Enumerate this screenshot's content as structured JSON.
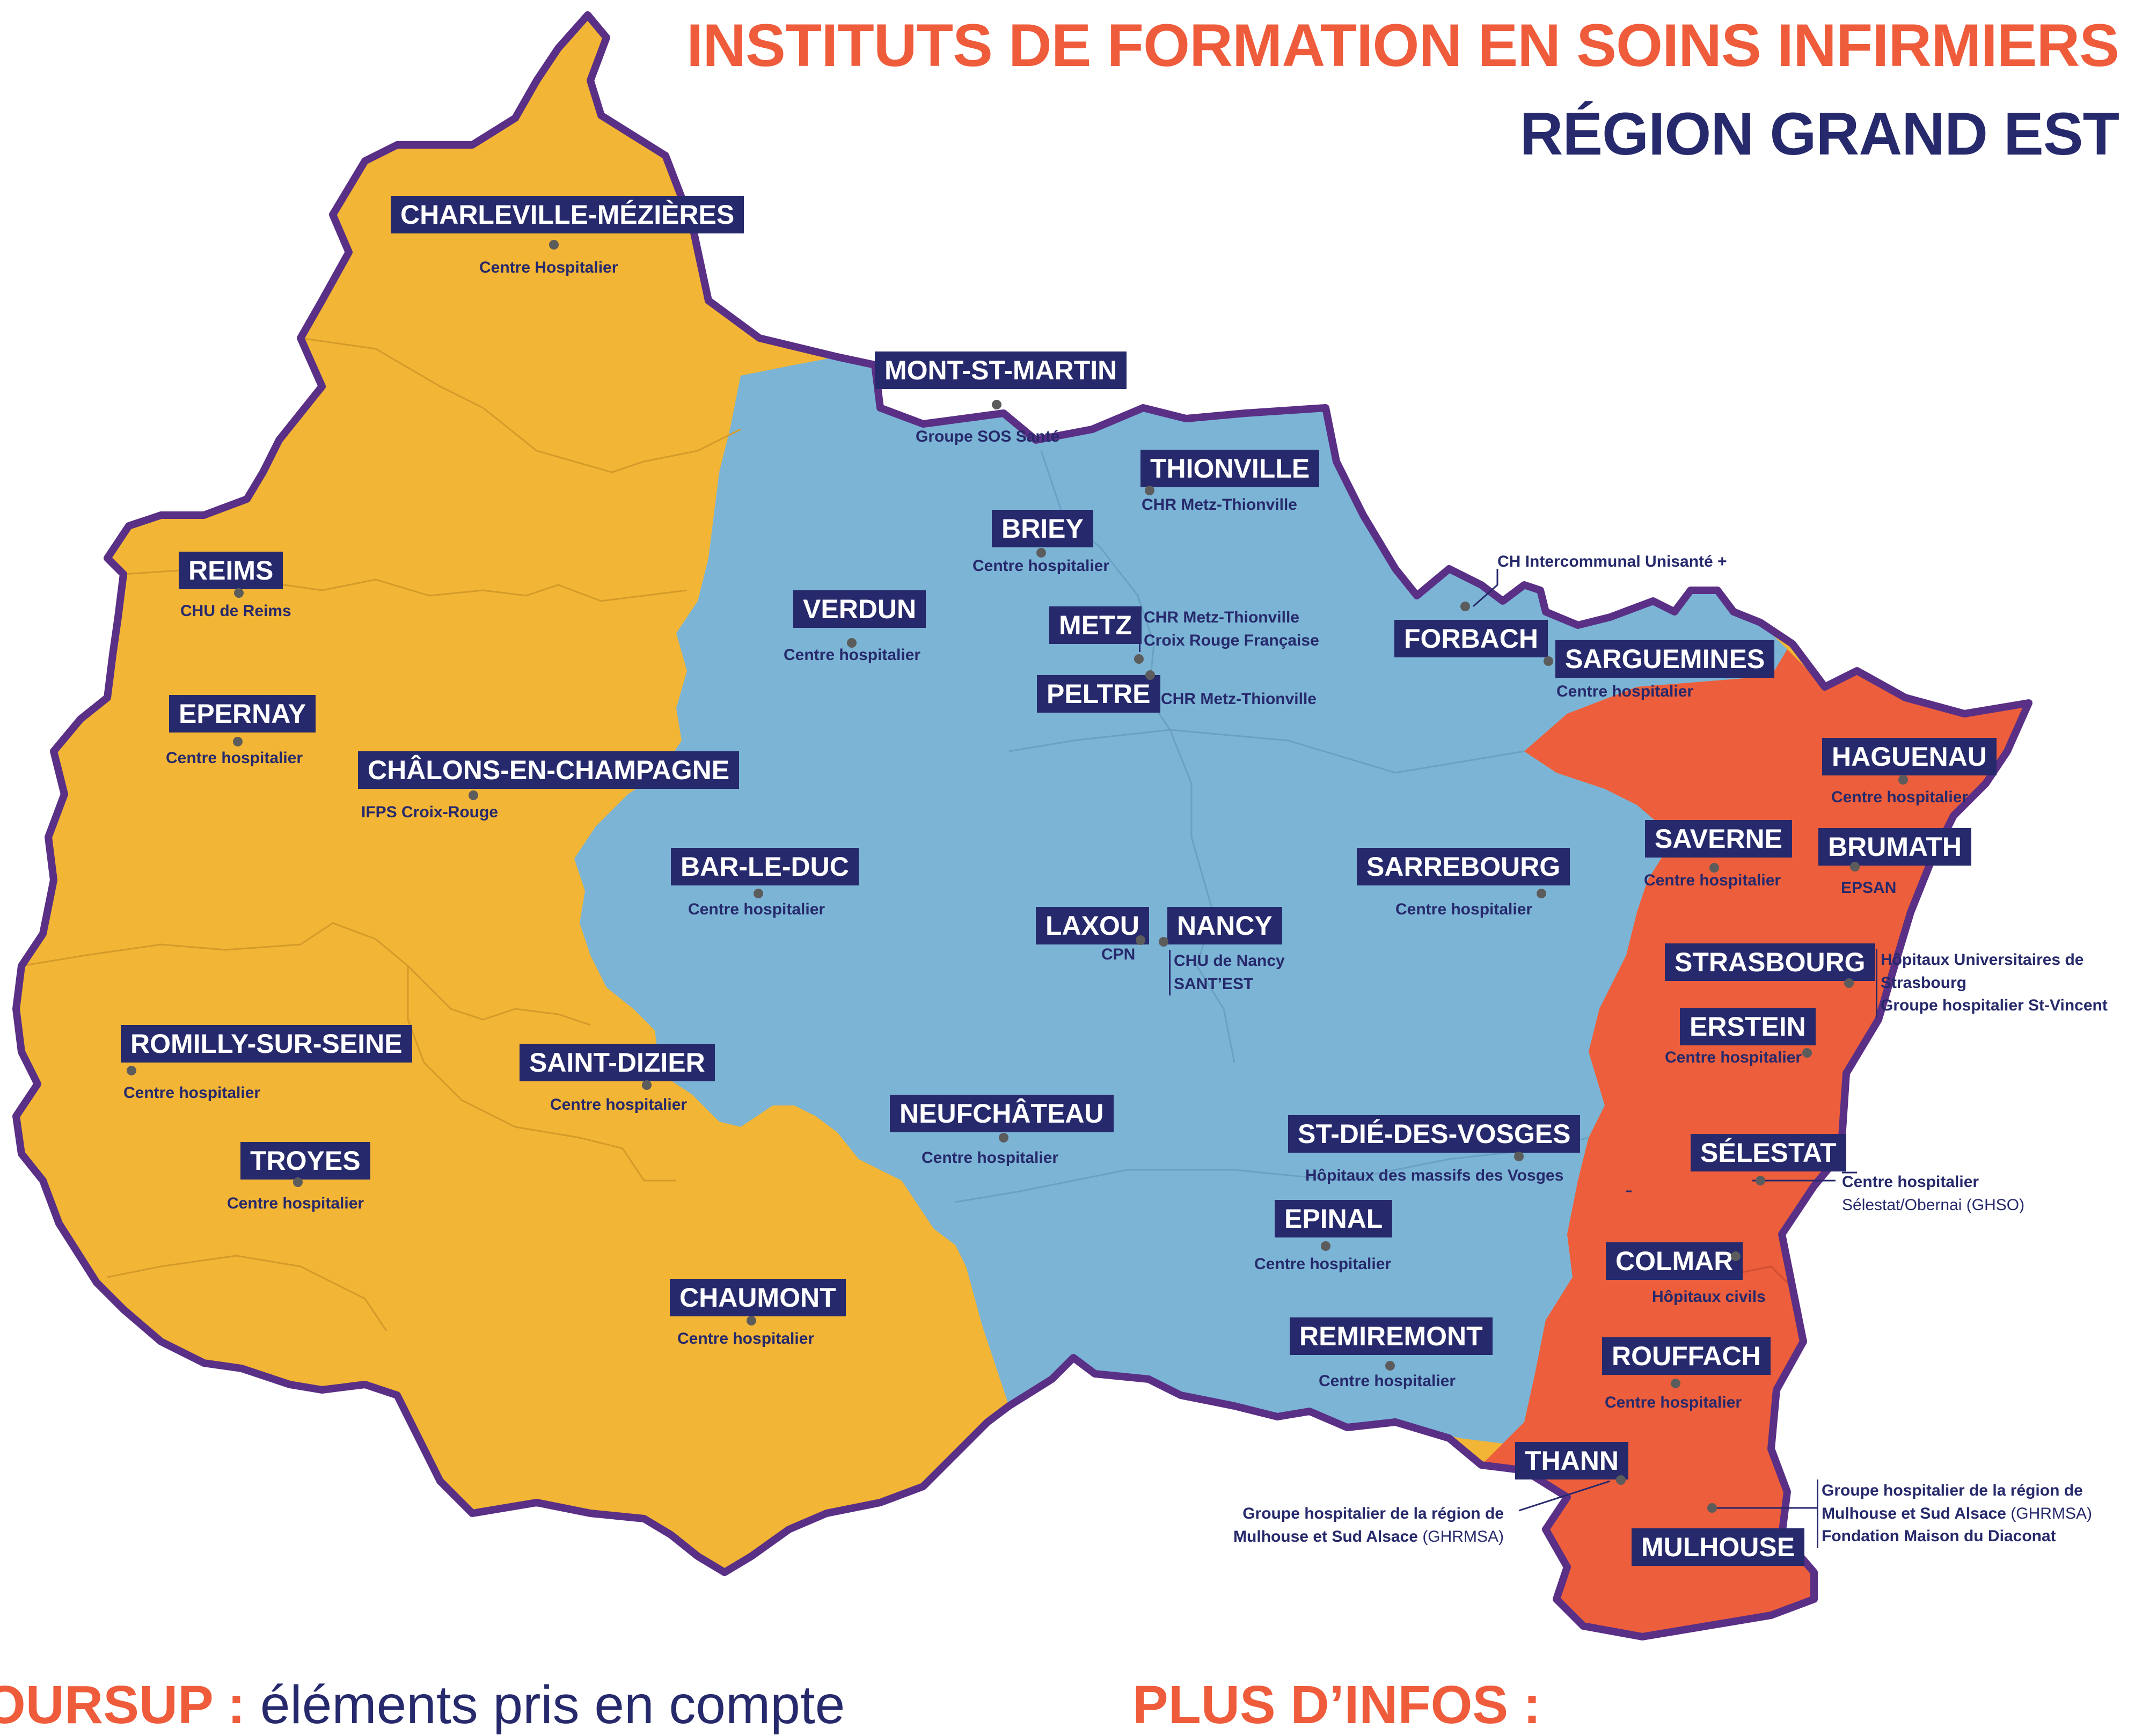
{
  "title": "INSTITUTS DE FORMATION EN SOINS INFIRMIERS",
  "subtitle": "RÉGION GRAND EST",
  "colors": {
    "champagne_ardenne": "#f2b535",
    "lorraine": "#7cb4d6",
    "alsace": "#ec5e3c",
    "border": "#5a2f86",
    "label_bg": "#26296b",
    "accent": "#ef5c3c"
  },
  "cities": [
    {
      "name": "CHARLEVILLE-MÉZIÈRES",
      "institutes": [
        "Centre Hospitalier"
      ]
    },
    {
      "name": "MONT-ST-MARTIN",
      "institutes": [
        "Groupe SOS Santé"
      ]
    },
    {
      "name": "THIONVILLE",
      "institutes": [
        "CHR Metz-Thionville"
      ]
    },
    {
      "name": "BRIEY",
      "institutes": [
        "Centre hospitalier"
      ]
    },
    {
      "name": "REIMS",
      "institutes": [
        "CHU de Reims"
      ]
    },
    {
      "name": "VERDUN",
      "institutes": [
        "Centre hospitalier"
      ]
    },
    {
      "name": "METZ",
      "institutes": [
        "CHR Metz-Thionville",
        "Croix Rouge Française"
      ]
    },
    {
      "name": "PELTRE",
      "institutes": [
        "CHR Metz-Thionville"
      ]
    },
    {
      "name": "FORBACH",
      "institutes": [
        "CH Intercommunal Unisanté +"
      ]
    },
    {
      "name": "SARGUEMINES",
      "institutes": [
        "Centre hospitalier"
      ]
    },
    {
      "name": "EPERNAY",
      "institutes": [
        "Centre hospitalier"
      ]
    },
    {
      "name": "CHÂLONS-EN-CHAMPAGNE",
      "institutes": [
        "IFPS Croix-Rouge"
      ]
    },
    {
      "name": "HAGUENAU",
      "institutes": [
        "Centre hospitalier"
      ]
    },
    {
      "name": "SAVERNE",
      "institutes": [
        "Centre hospitalier"
      ]
    },
    {
      "name": "BRUMATH",
      "institutes": [
        "EPSAN"
      ]
    },
    {
      "name": "BAR-LE-DUC",
      "institutes": [
        "Centre hospitalier"
      ]
    },
    {
      "name": "SARREBOURG",
      "institutes": [
        "Centre hospitalier"
      ]
    },
    {
      "name": "LAXOU",
      "institutes": [
        "CPN"
      ]
    },
    {
      "name": "NANCY",
      "institutes": [
        "CHU de Nancy",
        "SANT’EST"
      ]
    },
    {
      "name": "STRASBOURG",
      "institutes": [
        "Hôpitaux Universitaires de",
        "Strasbourg",
        "Groupe hospitalier St-Vincent"
      ]
    },
    {
      "name": "ERSTEIN",
      "institutes": [
        "Centre hospitalier"
      ]
    },
    {
      "name": "ROMILLY-SUR-SEINE",
      "institutes": [
        "Centre hospitalier"
      ]
    },
    {
      "name": "SAINT-DIZIER",
      "institutes": [
        "Centre hospitalier"
      ]
    },
    {
      "name": "NEUFCHÂTEAU",
      "institutes": [
        "Centre hospitalier"
      ]
    },
    {
      "name": "ST-DIÉ-DES-VOSGES",
      "institutes": [
        "Hôpitaux des massifs des Vosges"
      ]
    },
    {
      "name": "SÉLESTAT",
      "institutes": [
        "Centre hospitalier",
        "Sélestat/Obernai (GHSO)"
      ]
    },
    {
      "name": "TROYES",
      "institutes": [
        "Centre hospitalier"
      ]
    },
    {
      "name": "EPINAL",
      "institutes": [
        "Centre hospitalier"
      ]
    },
    {
      "name": "COLMAR",
      "institutes": [
        "Hôpitaux civils"
      ]
    },
    {
      "name": "CHAUMONT",
      "institutes": [
        "Centre hospitalier"
      ]
    },
    {
      "name": "REMIREMONT",
      "institutes": [
        "Centre hospitalier"
      ]
    },
    {
      "name": "ROUFFACH",
      "institutes": [
        "Centre hospitalier"
      ]
    },
    {
      "name": "THANN",
      "institutes": [
        "Groupe hospitalier de la région de",
        "Mulhouse et Sud Alsace",
        "(GHRMSA)"
      ]
    },
    {
      "name": "MULHOUSE",
      "institutes": [
        "Groupe hospitalier de la région de",
        "Mulhouse et Sud Alsace",
        "(GHRMSA)",
        "Fondation Maison du Diaconat"
      ]
    }
  ],
  "footer": {
    "left_bold": "OURSUP :",
    "left_rest": "éléments pris en compte",
    "right": "PLUS D’INFOS :"
  }
}
